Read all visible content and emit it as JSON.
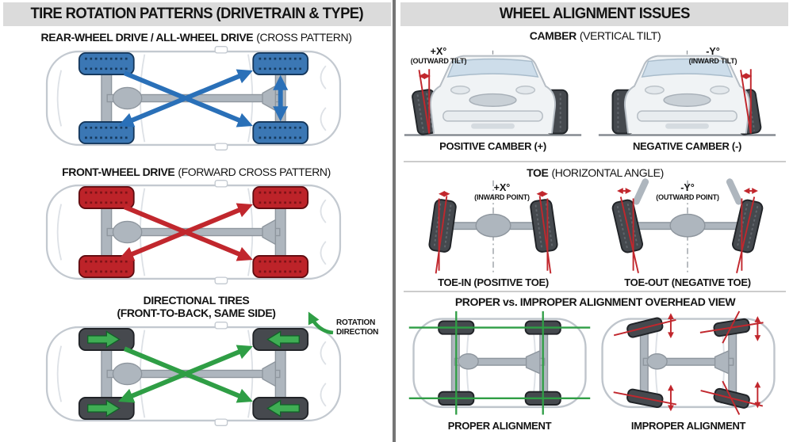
{
  "left_panel": {
    "title": "TIRE ROTATION PATTERNS (DRIVETRAIN & TYPE)",
    "sections": [
      {
        "title_bold": "REAR-WHEEL DRIVE / ALL-WHEEL DRIVE",
        "title_note": "(CROSS PATTERN)",
        "arrow_color": "#2a70b8"
      },
      {
        "title_bold": "FRONT-WHEEL DRIVE",
        "title_note": "(FORWARD CROSS PATTERN)",
        "arrow_color": "#c1272d"
      },
      {
        "title_line1": "DIRECTIONAL TIRES",
        "title_line2": "(FRONT-TO-BACK, SAME SIDE)",
        "arrow_color": "#2f9e45",
        "rotation_label_line1": "ROTATION",
        "rotation_label_line2": "DIRECTION"
      }
    ]
  },
  "right_panel": {
    "title": "WHEEL ALIGNMENT ISSUES",
    "camber": {
      "heading_bold": "CAMBER",
      "heading_note": "(VERTICAL TILT)",
      "positive": {
        "angle": "+X°",
        "angle_note": "(OUTWARD TILT)",
        "caption": "POSITIVE CAMBER (+)"
      },
      "negative": {
        "angle": "-Y°",
        "angle_note": "(INWARD TILT)",
        "caption": "NEGATIVE CAMBER (-)"
      }
    },
    "toe": {
      "heading_bold": "TOE",
      "heading_note": "(HORIZONTAL ANGLE)",
      "toe_in": {
        "angle": "+X°",
        "angle_note": "(INWARD POINT)",
        "caption": "TOE-IN (POSITIVE TOE)"
      },
      "toe_out": {
        "angle": "-Y°",
        "angle_note": "(OUTWARD POINT)",
        "caption": "TOE-OUT (NEGATIVE TOE)"
      }
    },
    "alignment": {
      "heading": "PROPER vs. IMPROPER ALIGNMENT OVERHEAD VIEW",
      "proper_caption": "PROPER ALIGNMENT",
      "improper_caption": "IMPROPER ALIGNMENT"
    }
  },
  "colors": {
    "band_bg": "#dbdbdb",
    "text": "#141414",
    "blue": "#2a70b8",
    "red": "#c1272d",
    "green": "#2f9e45",
    "divider": "#757575"
  }
}
